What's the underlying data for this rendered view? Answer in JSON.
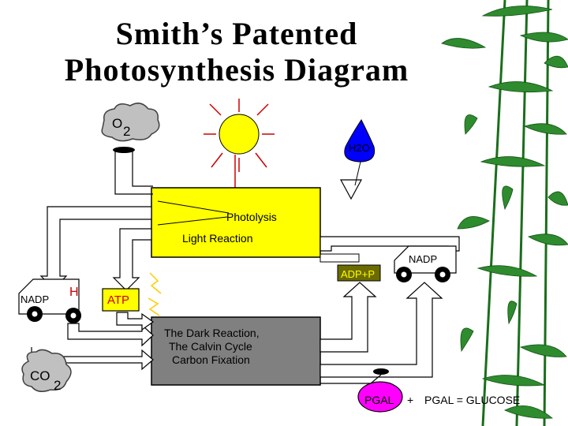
{
  "title": {
    "line1": "Smith’s Patented",
    "line2": "Photosynthesis Diagram"
  },
  "labels": {
    "o2_o": "O",
    "o2_sub": "2",
    "h2o": "H2O",
    "photolysis": "Photolysis",
    "light_reaction": "Light Reaction",
    "adp_p": "ADP+P",
    "nadp_right": "NADP",
    "nadp_left": "NADP",
    "h": "H",
    "atp": "ATP",
    "dark_line1": "The Dark Reaction,",
    "dark_line2": "The Calvin Cycle",
    "dark_line3": "Carbon Fixation",
    "co2_co": "CO",
    "co2_sub": "2",
    "pgal": "PGAL",
    "plus": "+",
    "equation": "PGAL = GLUCOSE"
  },
  "colors": {
    "light_box": "#ffff00",
    "dark_box": "#808080",
    "sun": "#ffff00",
    "sun_rays": "#cc0000",
    "water": "#0000ff",
    "adp_box": "#6b6b00",
    "adp_text": "#ffff00",
    "pgal": "#ff00ff",
    "cloud": "#c0c0c0",
    "h_text": "#cc0000",
    "atp_box": "#ffff00",
    "bamboo": "#1f7a1f"
  }
}
